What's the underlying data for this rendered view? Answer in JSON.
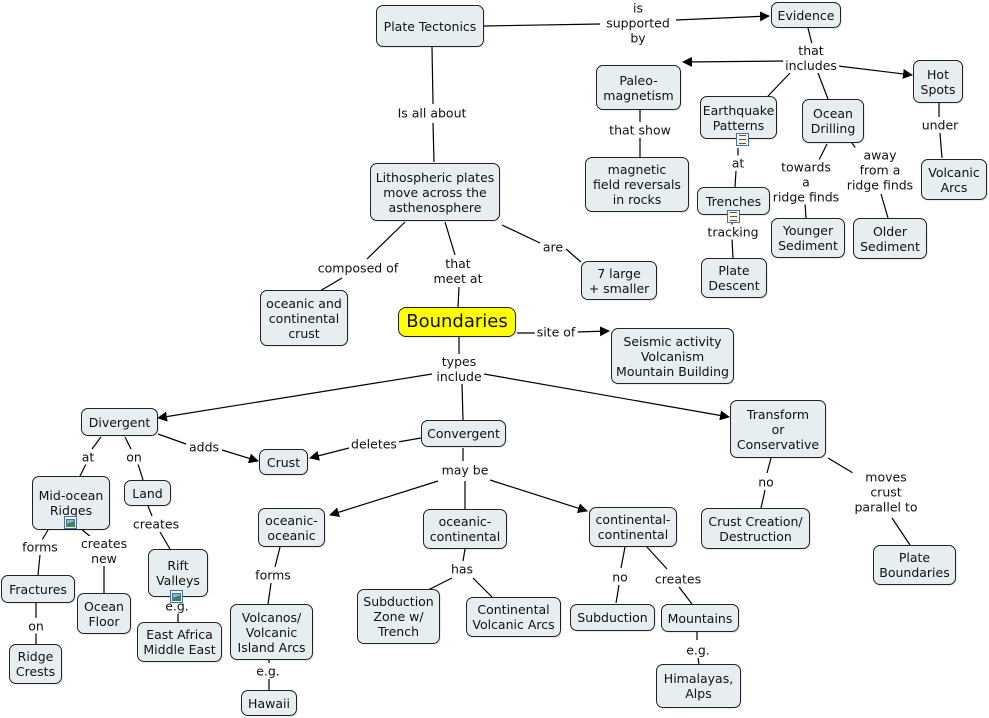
{
  "diagram": {
    "nodes": {
      "plate_tectonics": "Plate Tectonics",
      "evidence": "Evidence",
      "paleo_magnetism": "Paleo-\nmagnetism",
      "earthquake_patterns": "Earthquake\nPatterns",
      "ocean_drilling": "Ocean\nDrilling",
      "hot_spots": "Hot\nSpots",
      "magnetic_reversals": "magnetic\nfield reversals\nin rocks",
      "trenches": "Trenches",
      "volcanic_arcs_hs": "Volcanic\nArcs",
      "younger_sediment": "Younger\nSediment",
      "older_sediment": "Older\nSediment",
      "plate_descent": "Plate\nDescent",
      "lithospheric_plates": "Lithospheric plates\nmove across the\nasthenosphere",
      "seven_large": "7 large\n+ smaller",
      "oceanic_continental_crust": "oceanic and\ncontinental\ncrust",
      "boundaries": "Boundaries",
      "seismic_activity": "Seismic activity\nVolcanism\nMountain Building",
      "divergent": "Divergent",
      "crust": "Crust",
      "convergent": "Convergent",
      "transform": "Transform\nor\nConservative",
      "mid_ocean_ridges": "Mid-ocean\nRidges",
      "land": "Land",
      "fractures": "Fractures",
      "ocean_floor": "Ocean\nFloor",
      "rift_valleys": "Rift\nValleys",
      "ridge_crests": "Ridge\nCrests",
      "east_africa": "East Africa\nMiddle East",
      "oceanic_oceanic": "oceanic-\noceanic",
      "oceanic_continental": "oceanic-\ncontinental",
      "continental_continental": "continental-\ncontinental",
      "volcanos_island_arcs": "Volcanos/\nVolcanic\nIsland Arcs",
      "hawaii": "Hawaii",
      "subduction_zone": "Subduction\nZone w/\nTrench",
      "continental_volcanic_arcs": "Continental\nVolcanic Arcs",
      "subduction": "Subduction",
      "mountains": "Mountains",
      "himalayas": "Himalayas,\nAlps",
      "crust_creation": "Crust Creation/\nDestruction",
      "plate_boundaries": "Plate\nBoundaries"
    },
    "links": {
      "is_supported_by": "is\nsupported\nby",
      "that_includes": "that\nincludes",
      "that_show": "that show",
      "at_trenches": "at",
      "towards_ridge": "towards\na\nridge finds",
      "away_ridge": "away\nfrom a\nridge finds",
      "under": "under",
      "tracking": "tracking",
      "is_all_about": "Is all about",
      "composed_of": "composed of",
      "that_meet_at": "that\nmeet at",
      "are": "are",
      "site_of": "site of",
      "types_include": "types\ninclude",
      "at_ridges": "at",
      "on_land": "on",
      "adds": "adds",
      "deletes": "deletes",
      "forms_fractures": "forms",
      "creates_new": "creates\nnew",
      "creates_rift": "creates",
      "on_ridge": "on",
      "eg_rift": "e.g.",
      "may_be": "may be",
      "forms_volcanos": "forms",
      "eg_hawaii": "e.g.",
      "has": "has",
      "no_subduction": "no",
      "creates_mountains": "creates",
      "eg_himalayas": "e.g.",
      "no_crust": "no",
      "moves_crust": "moves\ncrust\nparallel to"
    },
    "colors": {
      "main_fill": "#ffff00",
      "node_fill": "#e6eef2",
      "line": "#000000"
    }
  }
}
